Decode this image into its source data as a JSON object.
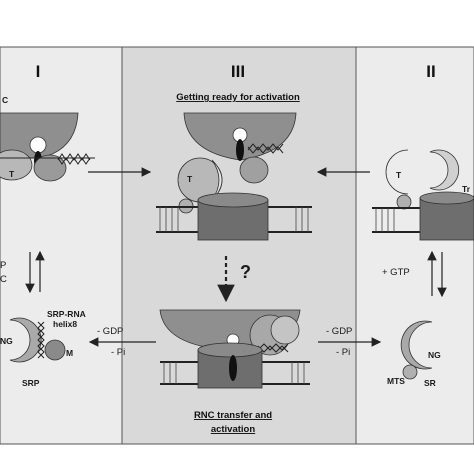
{
  "panels": {
    "left": {
      "numeral": "I",
      "cut_labels": [
        "C",
        "P",
        "C"
      ]
    },
    "middle": {
      "numeral": "III",
      "title_top": "Getting ready for activation",
      "question": "?",
      "title_bottom_1": "RNC transfer and",
      "title_bottom_2": "activation"
    },
    "right": {
      "numeral": "II",
      "cut_label": "Tr"
    }
  },
  "components": {
    "T": "T",
    "NG": "NG",
    "M": "M",
    "SRP": "SRP",
    "SR": "SR",
    "MTS": "MTS",
    "srp_rna": "SRP-RNA",
    "helix8": "helix8"
  },
  "transitions": {
    "left_gdp": "- GDP",
    "left_pi": "- Pi",
    "right_gdp": "- GDP",
    "right_pi": "- Pi",
    "plus_gtp": "+ GTP"
  },
  "colors": {
    "panel_bg_side": "#ececec",
    "panel_bg_middle": "#d9d9d9",
    "ribosome": "#8f8f8f",
    "protein_light": "#b8b8b8",
    "protein_dark": "#7e7e7e",
    "translocon": "#6e6e6e",
    "srp_grey": "#a9a9a9"
  }
}
